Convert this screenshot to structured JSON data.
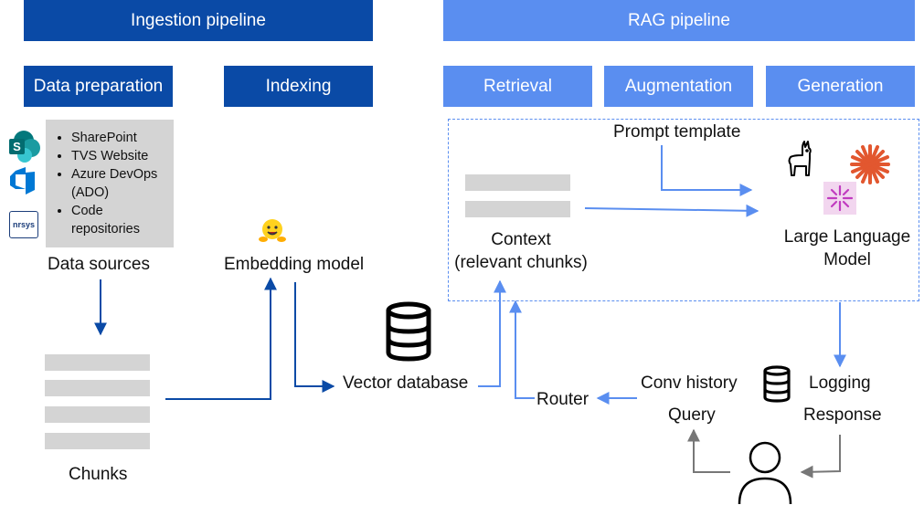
{
  "pipelines": {
    "ingestion": "Ingestion pipeline",
    "rag": "RAG pipeline"
  },
  "stages": {
    "data_preparation": "Data preparation",
    "indexing": "Indexing",
    "retrieval": "Retrieval",
    "augmentation": "Augmentation",
    "generation": "Generation"
  },
  "data_sources": {
    "items": [
      "SharePoint",
      "TVS Website",
      "Azure DevOps",
      "(ADO)",
      "Code",
      "repositories"
    ],
    "label": "Data sources",
    "icons": [
      "sharepoint-icon",
      "azure-devops-icon",
      "nrsys-logo-icon"
    ],
    "nrsys_logo_text": "nrsys"
  },
  "labels": {
    "chunks": "Chunks",
    "embedding_model": "Embedding model",
    "vector_database": "Vector database",
    "router": "Router",
    "context_line1": "Context",
    "context_line2": "(relevant chunks)",
    "prompt_template": "Prompt template",
    "llm_line1": "Large Language",
    "llm_line2": "Model",
    "conv_history": "Conv history",
    "logging": "Logging",
    "query": "Query",
    "response": "Response"
  },
  "colors": {
    "dark_blue": "#0a4aa6",
    "light_blue": "#5a8ef0",
    "gray_box": "#d4d4d4",
    "gray_arrow": "#777777",
    "claude_orange": "#e2572f",
    "sparkle_pink": "#c03bc0"
  }
}
